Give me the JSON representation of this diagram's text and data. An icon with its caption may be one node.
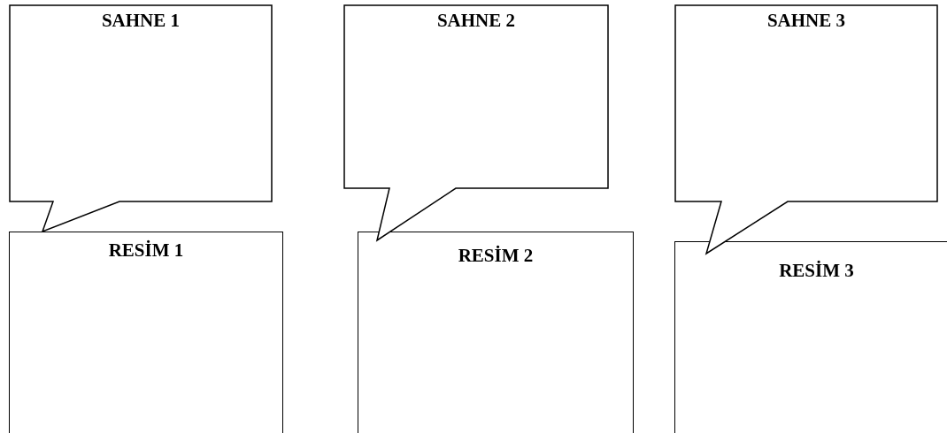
{
  "diagram": {
    "nodes": [
      {
        "text": [
          "SAHNE 1"
        ]
      },
      {
        "text": [
          "SAHNE 2"
        ]
      },
      {
        "text": [
          "SAHNE 3"
        ]
      },
      {
        "text": [
          "RESİM 1"
        ]
      },
      {
        "text": [
          "RESİM 2"
        ]
      },
      {
        "text": [
          "RESİM 3"
        ]
      }
    ]
  }
}
